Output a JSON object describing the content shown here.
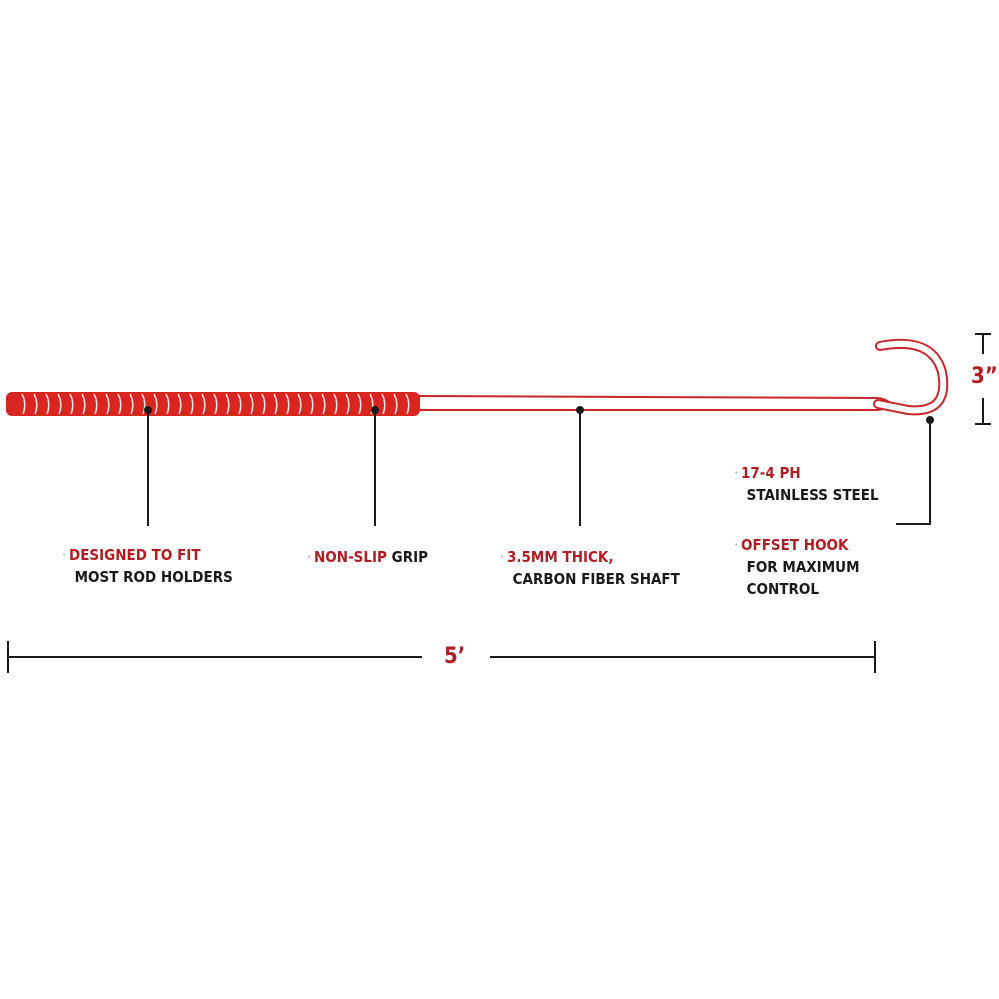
{
  "colors": {
    "accent": "#b01e24",
    "grip": "#d8251f",
    "ink": "#1a1a1a"
  },
  "callouts": [
    {
      "red": "DESIGNED TO FIT",
      "dark": "",
      "line2": "MOST ROD HOLDERS"
    },
    {
      "red": "NON-SLIP",
      "dark": " GRIP",
      "line2": ""
    },
    {
      "red": "3.5MM THICK,",
      "dark": "",
      "line2": "CARBON FIBER SHAFT"
    },
    {
      "red": "17-4 PH",
      "dark": "",
      "line2": "STAINLESS STEEL"
    },
    {
      "red": "OFFSET HOOK",
      "dark": "",
      "line2": "FOR MAXIMUM",
      "line3": "CONTROL"
    }
  ],
  "dimensions": {
    "length": "5’",
    "hook_height": "3”"
  }
}
